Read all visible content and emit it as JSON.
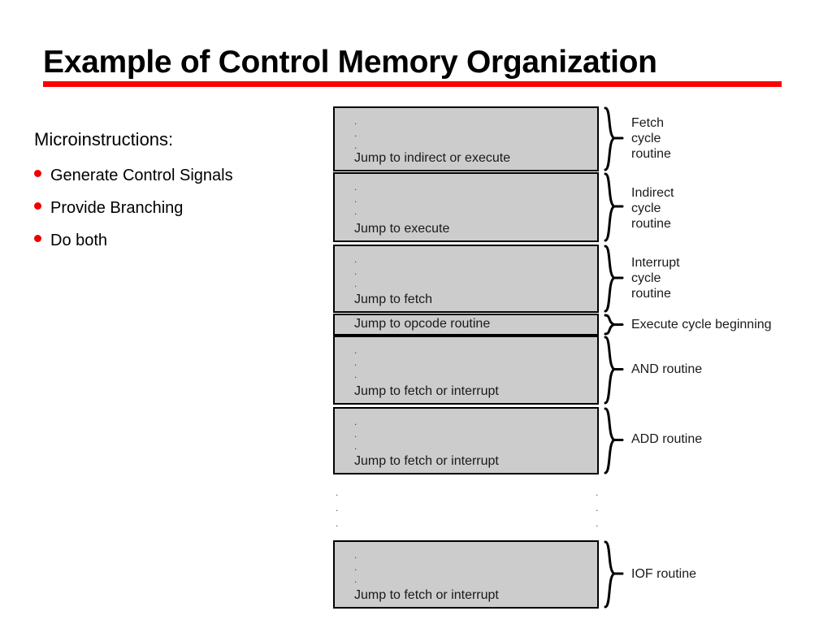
{
  "slide": {
    "title": "Example of Control Memory Organization",
    "accent_color": "#ff0000",
    "bullet_color": "#ee0000",
    "block_fill_color": "#cccccc"
  },
  "left_panel": {
    "heading": "Microinstructions:",
    "bullets": [
      {
        "label": "Generate Control Signals"
      },
      {
        "label": "Provide Branching"
      },
      {
        "label": "Do both"
      }
    ]
  },
  "diagram": {
    "dots_glyph": ".",
    "blocks": [
      {
        "name": "fetch-cycle-block",
        "instruction": "Jump to indirect or execute",
        "group_label": "Fetch\ncycle\nroutine",
        "has_dots": true
      },
      {
        "name": "indirect-cycle-block",
        "instruction": "Jump to execute",
        "group_label": "Indirect\ncycle\nroutine",
        "has_dots": true
      },
      {
        "name": "interrupt-cycle-block",
        "instruction": "Jump to fetch",
        "group_label": "Interrupt\ncycle\nroutine",
        "has_dots": true
      },
      {
        "name": "execute-begin-block",
        "instruction": "Jump to opcode routine",
        "group_label": "Execute cycle beginning",
        "has_dots": false
      },
      {
        "name": "and-routine-block",
        "instruction": "Jump to fetch or interrupt",
        "group_label": "AND routine",
        "has_dots": true
      },
      {
        "name": "add-routine-block",
        "instruction": "Jump to fetch or interrupt",
        "group_label": "ADD routine",
        "has_dots": true
      },
      {
        "name": "iof-routine-block",
        "instruction": "Jump to fetch or interrupt",
        "group_label": "IOF routine",
        "has_dots": true
      }
    ]
  }
}
